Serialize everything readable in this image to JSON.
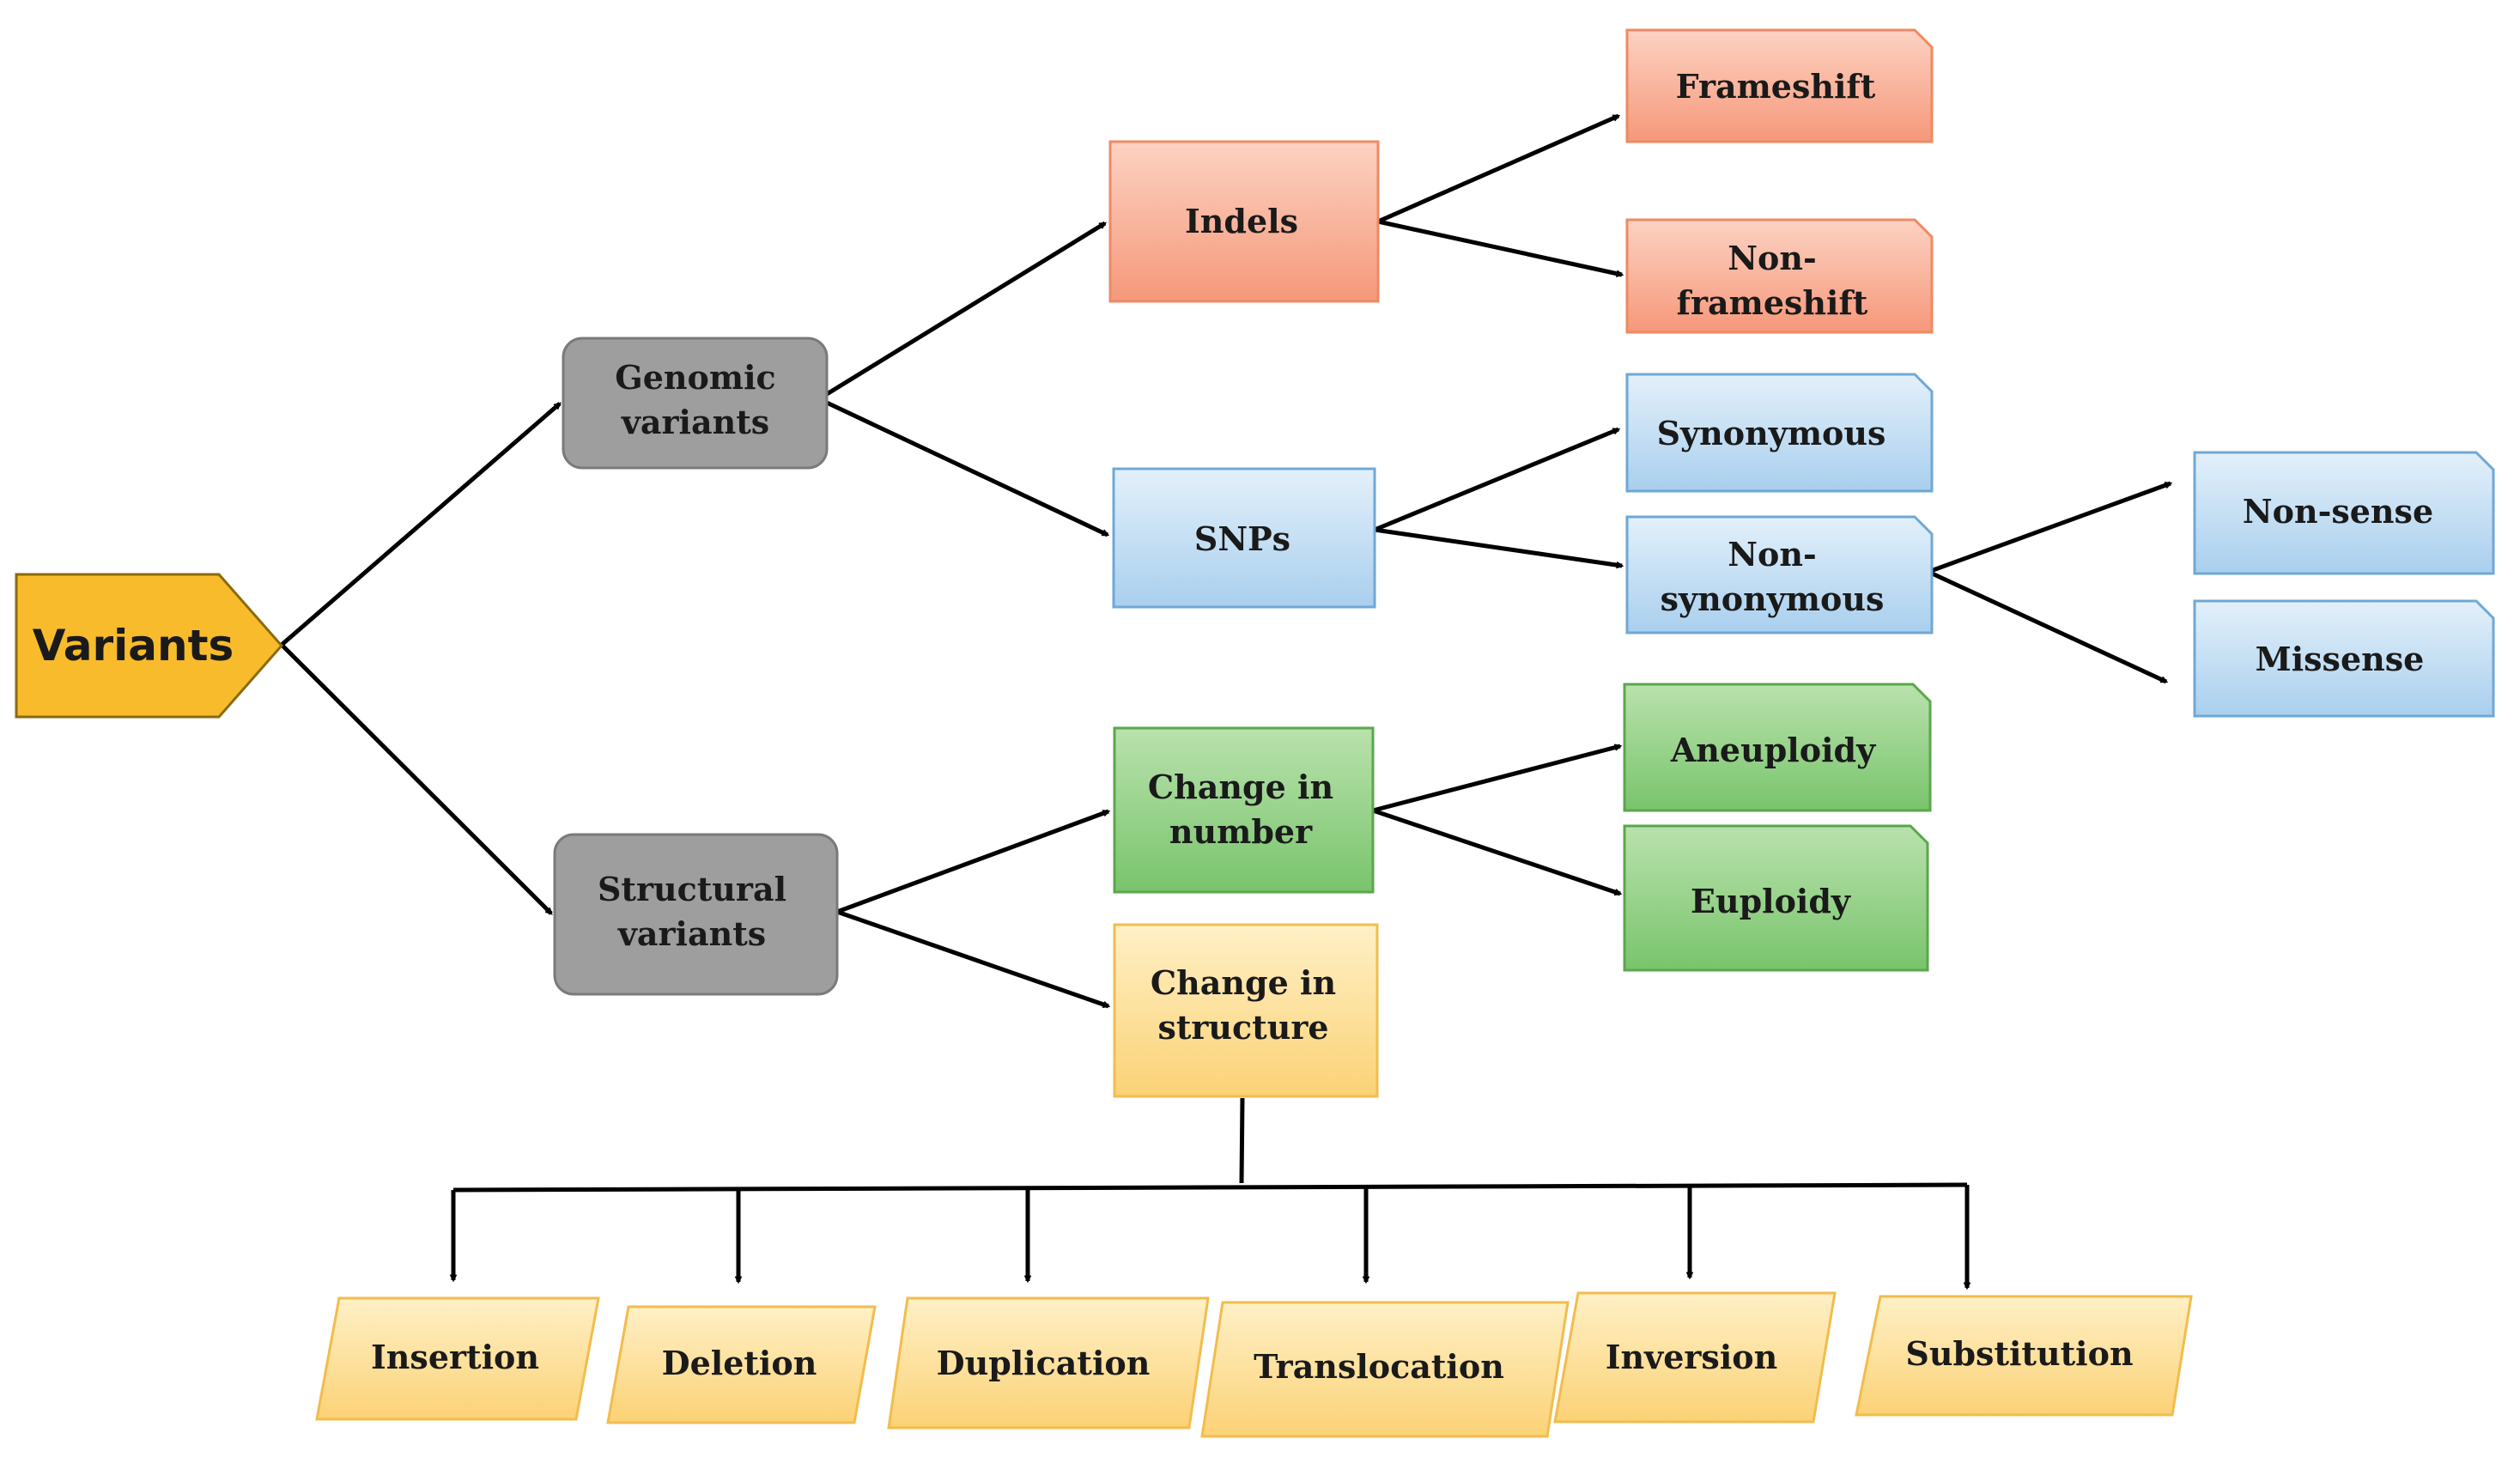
{
  "nodes": {
    "variants": "Variants",
    "genomic": [
      "Genomic",
      "variants"
    ],
    "structural": [
      "Structural",
      "variants"
    ],
    "indels": "Indels",
    "snps": "SNPs",
    "change_number": [
      "Change in",
      "number"
    ],
    "change_structure": [
      "Change in",
      "structure"
    ],
    "frameshift": "Frameshift",
    "non_frameshift": [
      "Non-",
      "frameshift"
    ],
    "synonymous": "Synonymous",
    "non_synonymous": [
      "Non-",
      "synonymous"
    ],
    "aneuploidy": "Aneuploidy",
    "euploidy": "Euploidy",
    "non_sense": "Non-sense",
    "missense": "Missense",
    "insertion": "Insertion",
    "deletion": "Deletion",
    "duplication": "Duplication",
    "translocation": "Translocation",
    "inversion": "Inversion",
    "substitution": "Substitution"
  },
  "colors": {
    "variants_fill": "#f8bb2b",
    "gray_fill": "#9e9e9e",
    "salmon_top": "#fcd2c2",
    "salmon_bottom": "#f6987a",
    "salmon_stroke": "#ee8a63",
    "blue_top": "#e3f0fa",
    "blue_bottom": "#a9cfee",
    "blue_stroke": "#6fa8d6",
    "green_top": "#b9e2ad",
    "green_bottom": "#79c46c",
    "green_stroke": "#5aa74c",
    "yellow_top": "#fff0c6",
    "yellow_bottom": "#fbd276",
    "yellow_stroke": "#f2bc4d"
  }
}
